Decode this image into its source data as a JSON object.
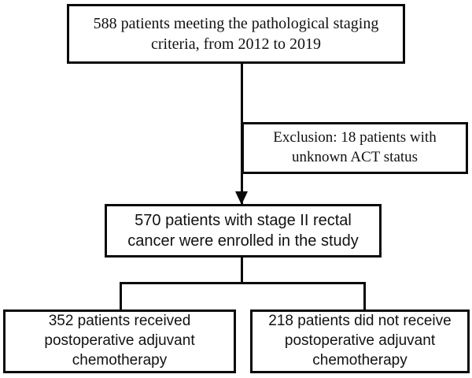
{
  "diagram": {
    "type": "patient-flow-chart",
    "nodes": [
      {
        "id": "screened",
        "name": "screened-cohort-box",
        "text": "588 patients meeting the pathological staging criteria, from 2012 to 2019",
        "count": 588,
        "font": "serif"
      },
      {
        "id": "excluded",
        "name": "exclusion-box",
        "text": "Exclusion: 18 patients with unknown ACT status",
        "count": 18,
        "font": "serif"
      },
      {
        "id": "enrolled",
        "name": "enrolled-cohort-box",
        "text": "570 patients with stage II rectal cancer were enrolled in the study",
        "count": 570,
        "font": "sans"
      },
      {
        "id": "act_yes",
        "name": "act-received-box",
        "text": "352 patients received postoperative adjuvant chemotherapy",
        "count": 352,
        "font": "sans"
      },
      {
        "id": "act_no",
        "name": "act-not-received-box",
        "text": "218 patients did not receive postoperative adjuvant chemotherapy",
        "count": 218,
        "font": "sans"
      }
    ],
    "edges": [
      {
        "from": "screened",
        "to": "enrolled",
        "arrowhead": "solid-down"
      },
      {
        "from": "screened",
        "to": "excluded",
        "arrowhead": "none"
      },
      {
        "from": "enrolled",
        "to": "act_yes",
        "arrowhead": "none"
      },
      {
        "from": "enrolled",
        "to": "act_no",
        "arrowhead": "none"
      }
    ],
    "colors": {
      "line": "#0a0a0a",
      "box_fill": "#ffffff",
      "text": "#111111",
      "background": "#ffffff"
    }
  }
}
